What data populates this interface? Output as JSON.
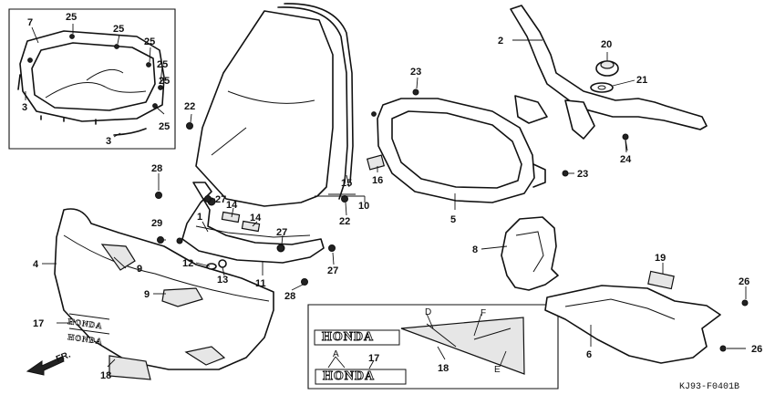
{
  "diagram_code": "KJ93-F0401B",
  "direction_label": "FR.",
  "callouts": {
    "c2": "2",
    "c3a": "3",
    "c3b": "3",
    "c4": "4",
    "c5": "5",
    "c6": "6",
    "c7": "7",
    "c8": "8",
    "c9a": "9",
    "c9b": "9",
    "c10": "10",
    "c11": "11",
    "c12": "12",
    "c13": "13",
    "c14a": "14",
    "c14b": "14",
    "c15": "15",
    "c16": "16",
    "c17a": "17",
    "c17b": "17",
    "c18a": "18",
    "c18b": "18",
    "c19": "19",
    "c20": "20",
    "c21": "21",
    "c22a": "22",
    "c22b": "22",
    "c23a": "23",
    "c23b": "23",
    "c24": "24",
    "c25a": "25",
    "c25b": "25",
    "c25c": "25",
    "c25d": "25",
    "c25e": "25",
    "c25f": "25",
    "c26a": "26",
    "c26b": "26",
    "c27a": "27",
    "c27b": "27",
    "c27c": "27",
    "c28a": "28",
    "c28b": "28",
    "c29": "29",
    "c1": "1"
  },
  "letters": {
    "A": "A",
    "D": "D",
    "E": "E",
    "F": "F"
  },
  "decals": {
    "brand_large": "HONDA",
    "brand_large_2": "HONDA",
    "brand_small": "HONDA",
    "brand_small_2": "HONDA"
  }
}
